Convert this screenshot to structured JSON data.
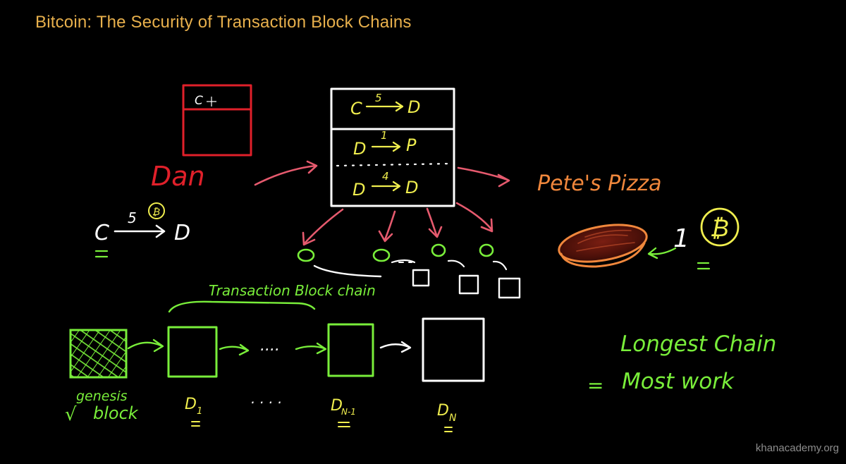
{
  "header": {
    "title": "Bitcoin: The Security of Transaction Block Chains"
  },
  "colors": {
    "title": "#e8b04c",
    "red": "#e0202a",
    "pink": "#e65a6e",
    "yellow": "#f0ee4e",
    "green": "#79ee3a",
    "orange": "#f0873c",
    "white": "#ffffff"
  },
  "dan_block": {
    "top_label": "C"
  },
  "dan_label": "Dan",
  "dan_tx": {
    "from": "C",
    "amount": "5",
    "to": "D"
  },
  "center_block": {
    "rows": [
      {
        "from": "C",
        "amount": "5",
        "to": "D"
      },
      {
        "from": "D",
        "amount": "1",
        "to": "P"
      },
      {
        "from": "D",
        "amount": "4",
        "to": "D"
      }
    ]
  },
  "pete_label": "Pete's Pizza",
  "pizza_payment": {
    "amount": "1"
  },
  "chain_label": "Transaction Block chain",
  "chain": {
    "dots": "....",
    "lower_dots": ". . . .",
    "blocks": [
      {
        "label_main": "genesis",
        "label_second": "block",
        "check": "√"
      },
      {
        "label_main": "D",
        "label_sub": "1"
      },
      {
        "label_main": "D",
        "label_sub": "N-1"
      },
      {
        "label_main": "D",
        "label_sub": "N"
      }
    ]
  },
  "longest_chain": {
    "line1": "Longest Chain",
    "line2": "Most work",
    "equals": "="
  },
  "footer": {
    "watermark": "khanacademy.org"
  }
}
